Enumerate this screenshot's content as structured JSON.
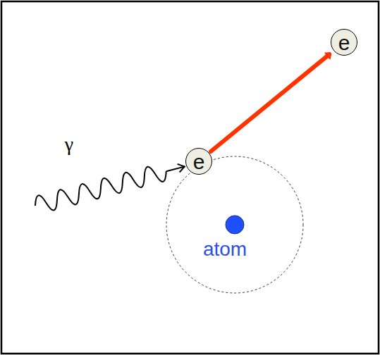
{
  "diagram": {
    "nodes": [
      {
        "text": [
          "e"
        ]
      },
      {
        "text": [
          "e"
        ]
      },
      {
        "text": [
          "atom"
        ]
      }
    ],
    "edges": [
      {
        "from": 1,
        "to": 0,
        "arrow": "to"
      }
    ],
    "labels": [
      "γ"
    ]
  }
}
